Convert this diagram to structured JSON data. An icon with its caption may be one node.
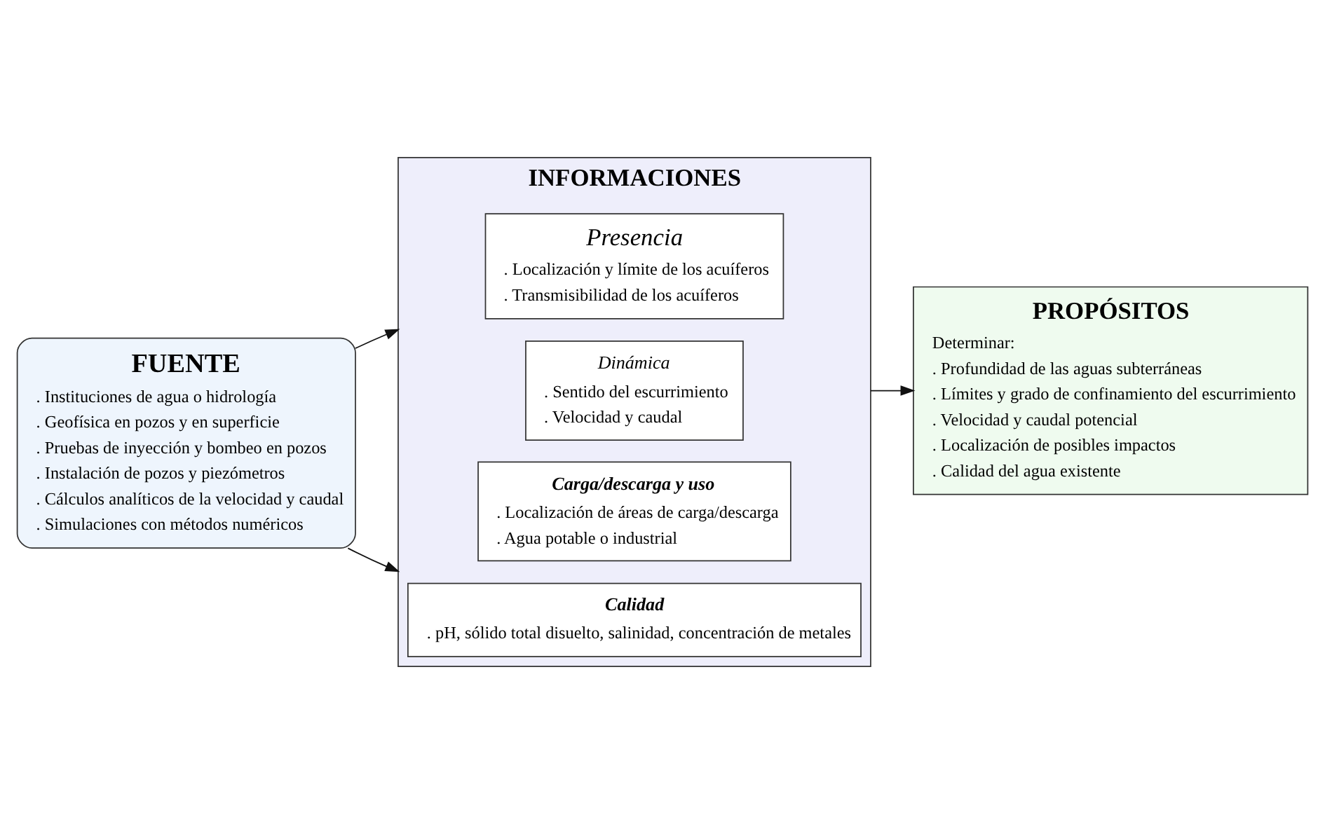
{
  "diagram": {
    "nodes": [
      {
        "text": [
          "FUENTE",
          ". Instituciones de agua o hidrología",
          ". Geofísica en pozos y en superficie",
          ". Pruebas de inyección y bombeo en pozos",
          ". Instalación de pozos y piezómetros",
          ". Cálculos analíticos de la velocidad y caudal",
          ". Simulaciones con métodos numéricos"
        ]
      },
      {
        "text": [
          "INFORMACIONES"
        ]
      },
      {
        "text": [
          "Presencia",
          ". Localización y límite de los acuíferos",
          ". Transmisibilidad de los acuíferos"
        ],
        "in": 1
      },
      {
        "text": [
          "Dinámica",
          ". Sentido del escurrimiento",
          ". Velocidad y caudal"
        ],
        "in": 1
      },
      {
        "text": [
          "Carga/descarga y uso",
          ". Localización de áreas de carga/descarga",
          ". Agua potable o industrial"
        ],
        "in": 1
      },
      {
        "text": [
          "Calidad",
          ". pH, sólido total disuelto, salinidad, concentración de metales"
        ],
        "in": 1
      },
      {
        "text": [
          "PROPÓSITOS",
          "Determinar:",
          ". Profundidad de las aguas subterráneas",
          ". Límites y grado de confinamiento del escurrimiento",
          ". Velocidad y caudal potencial",
          ". Localización de posibles impactos",
          ". Calidad del agua existente"
        ]
      }
    ],
    "edges": [
      {
        "from": 0,
        "to": 1,
        "arrow": "to"
      },
      {
        "from": 0,
        "to": 1,
        "arrow": "to"
      },
      {
        "from": 1,
        "to": 6,
        "arrow": "to"
      }
    ]
  }
}
